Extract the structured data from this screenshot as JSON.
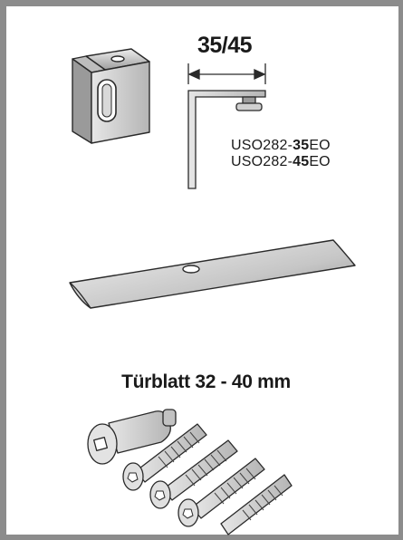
{
  "dimension_label": "35/45",
  "part_numbers": [
    {
      "prefix": "USO282-",
      "bold": "35",
      "suffix": "EO"
    },
    {
      "prefix": "USO282-",
      "bold": "45",
      "suffix": "EO"
    }
  ],
  "door_thickness_label": "Türblatt 32 - 40 mm",
  "icons": {
    "bracket": "angle-bracket-icon",
    "profile": "bracket-profile-icon",
    "rail": "cover-strip-icon",
    "screws": "screw-set-icon"
  },
  "colors": {
    "frame": "#8c8c8c",
    "metal": "#c9c9c9",
    "metal_dark": "#8a8a8a",
    "ink": "#1a1a1a"
  }
}
